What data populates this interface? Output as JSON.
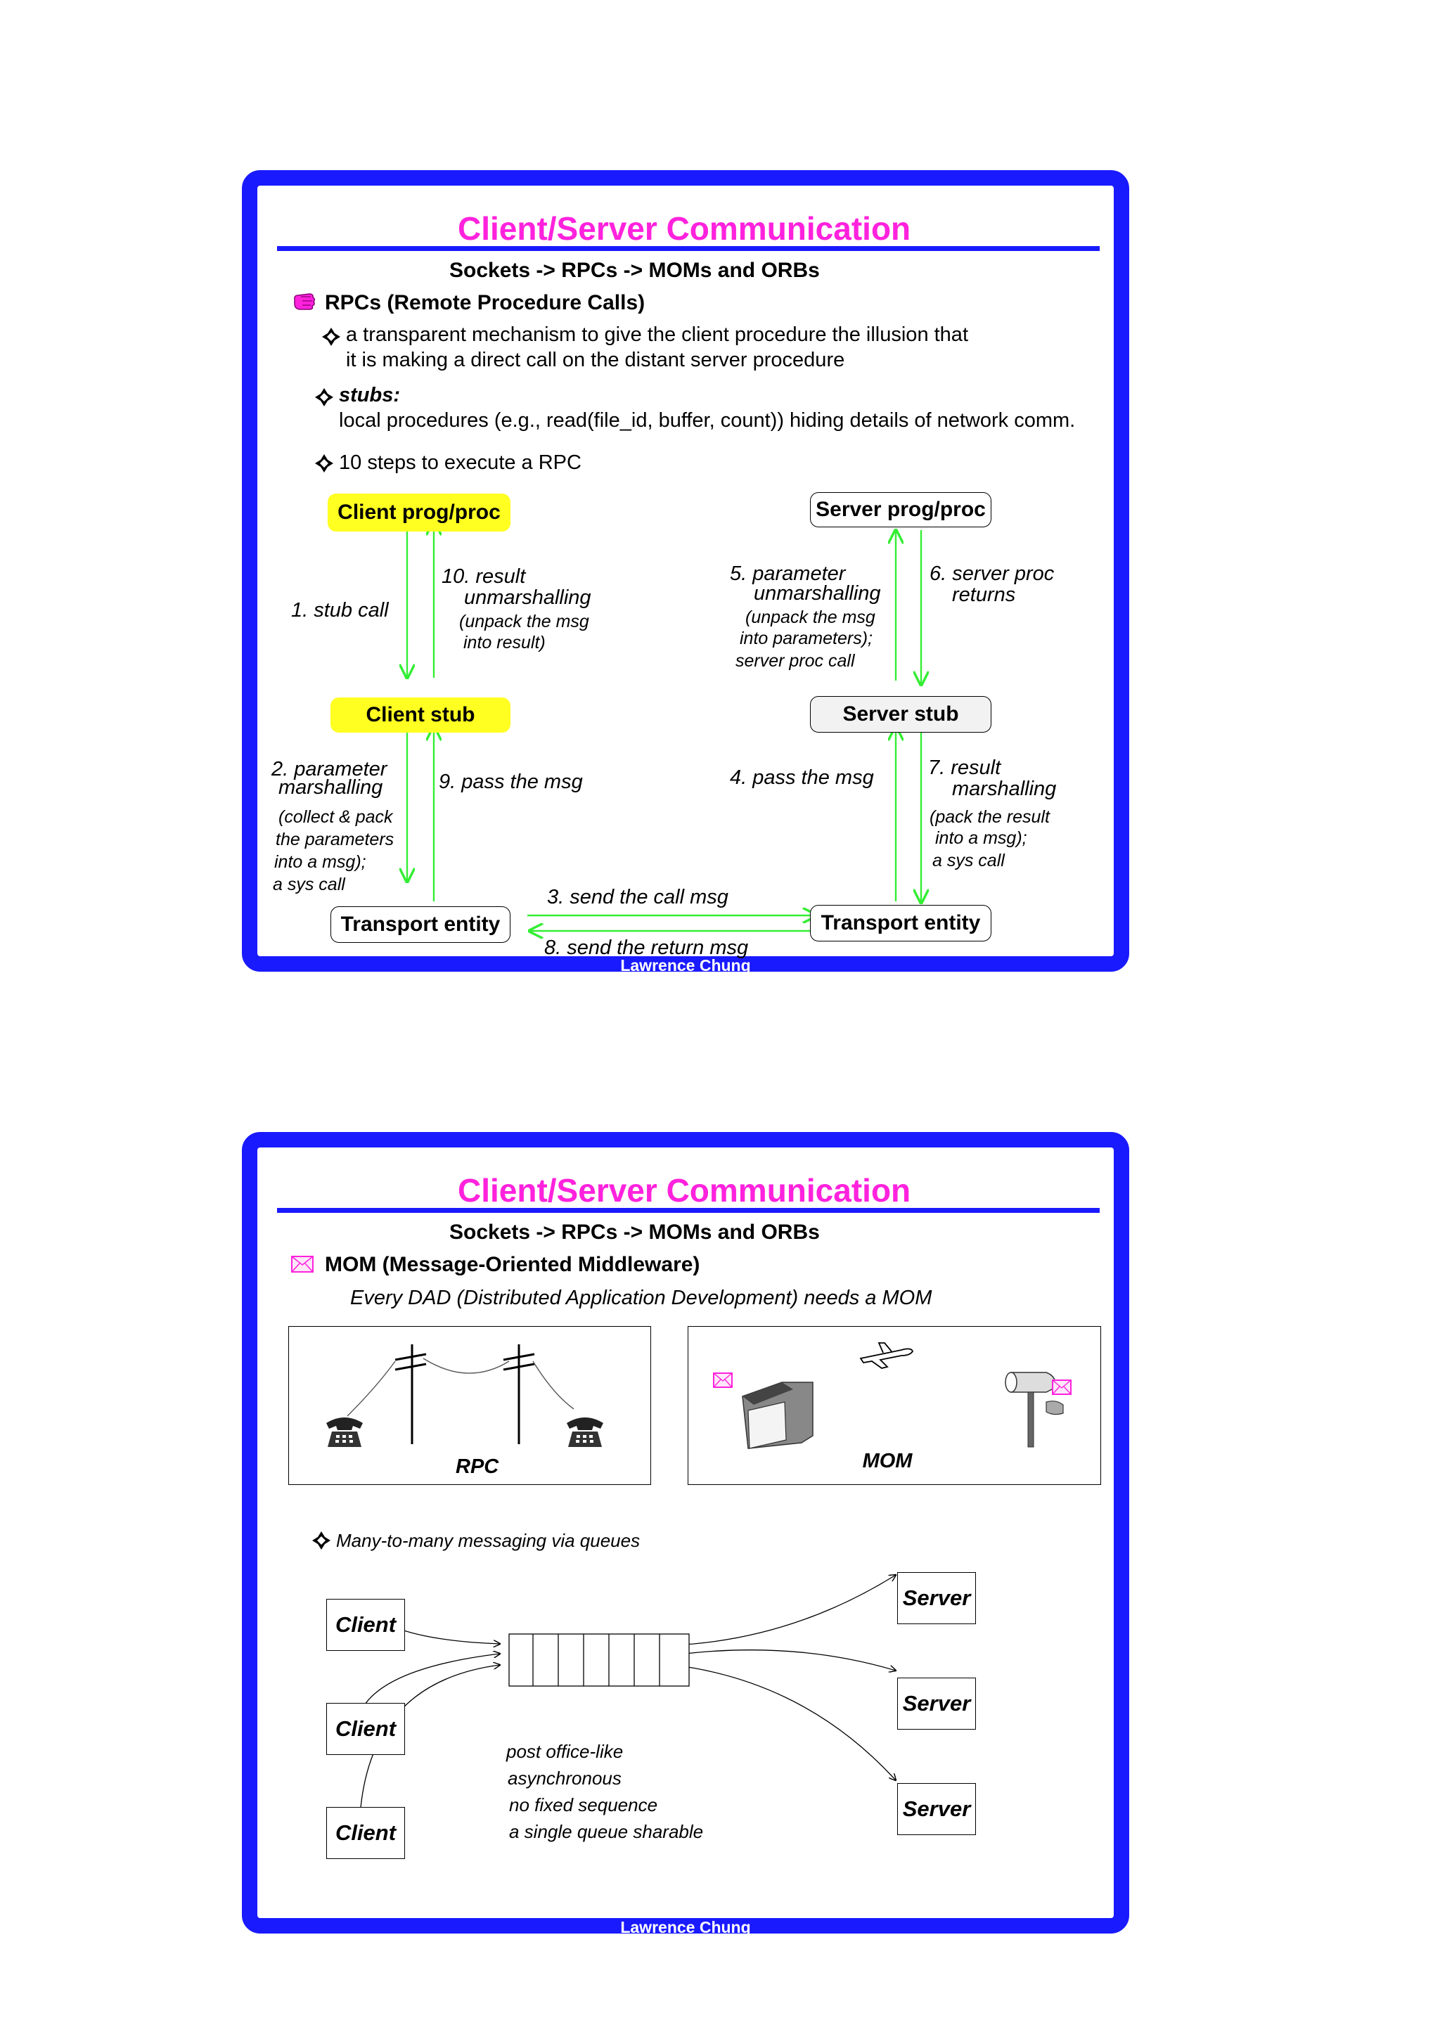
{
  "slide1": {
    "title": "Client/Server Communication",
    "subtitle": "Sockets  ->  RPCs  -> MOMs and ORBs",
    "heading": "RPCs (Remote Procedure Calls)",
    "bullet1_line1": "a transparent mechanism to give the client procedure the illusion that",
    "bullet1_line2": "it is making a direct call on the distant server procedure",
    "bullet2_label": "stubs:",
    "bullet2_text": "local procedures (e.g., read(file_id, buffer, count)) hiding details of network comm.",
    "bullet3": "10 steps to execute a RPC",
    "boxes": {
      "client_proc": "Client prog/proc",
      "server_proc": "Server prog/proc",
      "client_stub": "Client stub",
      "server_stub": "Server stub",
      "transport_left": "Transport entity",
      "transport_right": "Transport entity"
    },
    "steps": {
      "s1": "1. stub call",
      "s2a": "2. parameter",
      "s2b": "marshalling",
      "s2c": "(collect & pack",
      "s2d": "the parameters",
      "s2e": "into a msg);",
      "s2f": "a sys call",
      "s3": "3. send the call msg",
      "s4": "4. pass the msg",
      "s5a": "5. parameter",
      "s5b": "unmarshalling",
      "s5c": "(unpack the msg",
      "s5d": "into parameters);",
      "s5e": "server proc call",
      "s6a": "6. server proc",
      "s6b": "returns",
      "s7a": "7. result",
      "s7b": "marshalling",
      "s7c": "(pack the result",
      "s7d": "into a msg);",
      "s7e": "a sys call",
      "s8": "8. send the return msg",
      "s9": "9. pass the msg",
      "s10a": "10. result",
      "s10b": "unmarshalling",
      "s10c": "(unpack the msg",
      "s10d": "into result)"
    },
    "footer": "Lawrence Chung"
  },
  "slide2": {
    "title": "Client/Server Communication",
    "subtitle": "Sockets  ->  RPCs  -> MOMs and ORBs",
    "heading": "MOM (Message-Oriented Middleware)",
    "tagline": "Every DAD (Distributed Application Development) needs a MOM",
    "panel_rpc_label": "RPC",
    "panel_mom_label": "MOM",
    "bullet": "Many-to-many messaging via queues",
    "clients": [
      "Client",
      "Client",
      "Client"
    ],
    "servers": [
      "Server",
      "Server",
      "Server"
    ],
    "notes": [
      "post office-like",
      "asynchronous",
      "no fixed sequence",
      "a single queue sharable"
    ],
    "footer": "Lawrence Chung"
  },
  "colors": {
    "frame": "#1a1aff",
    "title": "#ff22dd",
    "highlight": "#ffff22",
    "arrow": "#33ee33"
  },
  "icons": [
    "hand-pointer-icon",
    "diamond-bullet-icon",
    "envelope-icon",
    "telephone-icon",
    "airplane-icon",
    "mailbox-icon"
  ]
}
